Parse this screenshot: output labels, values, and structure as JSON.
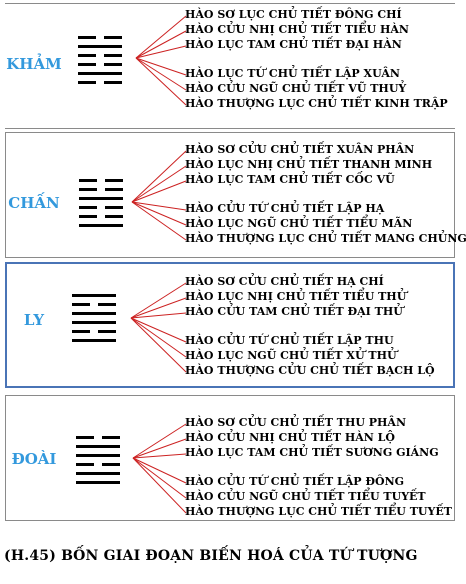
{
  "colors": {
    "accent_text": "#3399dd",
    "connector": "#cc2222",
    "line": "#000000",
    "frame": "#8a8a8a",
    "highlight_frame": "#4a74b6"
  },
  "groups": [
    {
      "name": "KHẢM",
      "pattern": [
        0,
        1,
        0,
        0,
        1,
        0
      ],
      "items": [
        "HÀO SƠ LỤC CHỦ TIẾT ĐÔNG CHÍ",
        "HÀO CỬU NHỊ CHỦ TIẾT TIỂU HÀN",
        "HÀO LỤC TAM CHỦ TIẾT ĐẠI HÀN",
        "HÀO LỤC TỨ CHỦ TIẾT LẬP XUÂN",
        "HÀO CỬU NGŨ CHỦ TIẾT VŨ THUỶ",
        "HÀO THƯỢNG LỤC CHỦ TIẾT KINH TRẬP"
      ]
    },
    {
      "name": "CHẤN",
      "pattern": [
        0,
        0,
        1,
        0,
        0,
        1
      ],
      "items": [
        "HÀO  SƠ CỬU CHỦ TIẾT XUÂN PHÂN",
        "HÀO LỤC NHỊ CHỦ TIẾT THANH MINH",
        "HÀO LỤC TAM CHỦ TIẾT CỐC VŨ",
        "HÀO CỬU TỨ CHỦ TIẾT LẬP HẠ",
        "HÀO LỤC NGŨ CHỦ TIẾT TIỂU MÃN",
        "HÀO THƯỢNG LỤC CHỦ TIẾT MANG CHỦNG"
      ]
    },
    {
      "name": "LY",
      "pattern": [
        1,
        0,
        1,
        1,
        0,
        1
      ],
      "items": [
        "HÀO SƠ CỬU CHỦ TIẾT HẠ CHÍ",
        "HÀO LỤC NHỊ CHỦ TIẾT TIỂU THỬ",
        "HÀO CỬU TAM CHỦ TIẾT ĐẠI THỬ",
        "HÀO CỬU TỨ CHỦ TIẾT LẬP THU",
        "HÀO LỤC NGŨ CHỦ TIẾT XỬ THỬ",
        "HÀO THƯỢNG CỬU CHỦ TIẾT BẠCH LỘ"
      ]
    },
    {
      "name": "ĐOÀI",
      "pattern": [
        0,
        1,
        1,
        0,
        1,
        1
      ],
      "items": [
        "HÀO SƠ CỬU CHỦ TIẾT THU PHÂN",
        "HÀO CỬU NHỊ CHỦ TIẾT HÀN LỘ",
        "HÀO LỤC TAM CHỦ TIẾT SƯƠNG GIÁNG",
        "HÀO CỬU TỨ CHỦ TIẾT LẬP ĐÔNG",
        "HÀO CỬU NGŨ CHỦ TIẾT TIỂU TUYẾT",
        "HÀO THƯỢNG LỤC CHỦ TIẾT TIỂU TUYẾT"
      ]
    }
  ],
  "caption": "(H.45) BỐN GIAI ĐOẠN BIẾN HOÁ CỦA TỨ TƯỢNG"
}
